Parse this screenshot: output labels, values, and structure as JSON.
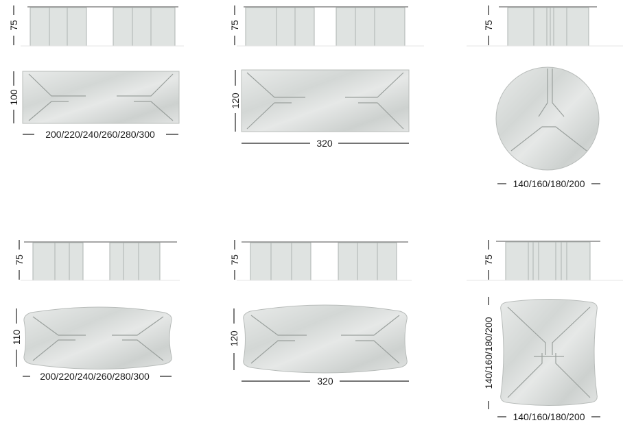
{
  "colors": {
    "glass": "#dfe3e1",
    "glass_stroke": "#aeb3b1",
    "marble_a": "#e4e6e4",
    "marble_b": "#cfd3d1",
    "line": "#222222"
  },
  "tables": [
    {
      "id": "rect-small",
      "height_label": "75",
      "depth_label": "100",
      "width_label": "200/220/240/260/280/300"
    },
    {
      "id": "rect-large",
      "height_label": "75",
      "depth_label": "120",
      "width_label": "320"
    },
    {
      "id": "round",
      "height_label": "75",
      "width_label": "140/160/180/200"
    },
    {
      "id": "shaped-small",
      "height_label": "75",
      "depth_label": "110",
      "width_label": "200/220/240/260/280/300"
    },
    {
      "id": "shaped-large",
      "height_label": "75",
      "depth_label": "120",
      "width_label": "320"
    },
    {
      "id": "square",
      "height_label": "75",
      "depth_label": "140/160/180/200",
      "width_label": "140/160/180/200"
    }
  ]
}
